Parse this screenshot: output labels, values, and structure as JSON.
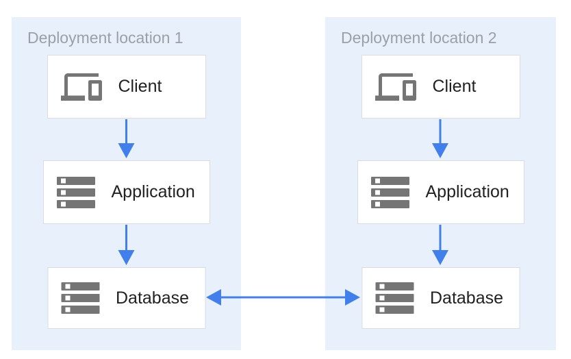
{
  "colors": {
    "canvas_background": "#FFFFFF",
    "panel_background": "#E7F0FB",
    "arrow_blue": "#4180EC",
    "node_border": "#DADCE0",
    "icon_gray": "#757575",
    "panel_title_gray": "#9AA0A6",
    "node_label_color": "#212121"
  },
  "panels": [
    {
      "title": "Deployment location 1",
      "nodes": [
        {
          "icon": "devices-icon",
          "label": "Client"
        },
        {
          "icon": "server-stack-icon",
          "label": "Application"
        },
        {
          "icon": "server-stack-icon",
          "label": "Database"
        }
      ]
    },
    {
      "title": "Deployment location 2",
      "nodes": [
        {
          "icon": "devices-icon",
          "label": "Client"
        },
        {
          "icon": "server-stack-icon",
          "label": "Application"
        },
        {
          "icon": "server-stack-icon",
          "label": "Database"
        }
      ]
    }
  ],
  "connections": [
    {
      "from": "Client (location 1)",
      "to": "Application (location 1)",
      "direction": "down"
    },
    {
      "from": "Application (location 1)",
      "to": "Database (location 1)",
      "direction": "down"
    },
    {
      "from": "Client (location 2)",
      "to": "Application (location 2)",
      "direction": "down"
    },
    {
      "from": "Application (location 2)",
      "to": "Database (location 2)",
      "direction": "down"
    },
    {
      "from": "Database (location 1)",
      "to": "Database (location 2)",
      "direction": "bidirectional"
    }
  ]
}
